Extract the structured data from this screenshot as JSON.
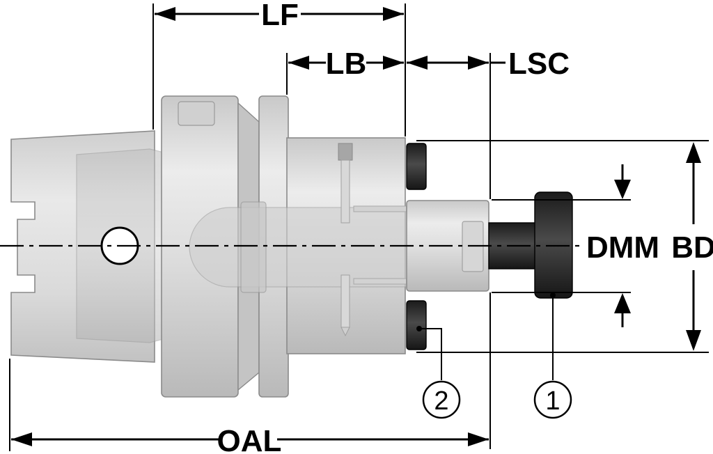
{
  "dimensions": {
    "lf": "LF",
    "lb": "LB",
    "lsc": "LSC",
    "dmm": "DMM",
    "bd": "BD",
    "oal": "OAL"
  },
  "callouts": {
    "item1": "1",
    "item2": "2"
  },
  "colors": {
    "body_light": "#e4e4e4",
    "body_mid": "#d2d2d2",
    "body_dark": "#bcbcbc",
    "cutter": "#2b2b2b",
    "outline": "#000000"
  },
  "icons": [
    "arrow-icon",
    "circled-number-icon"
  ]
}
